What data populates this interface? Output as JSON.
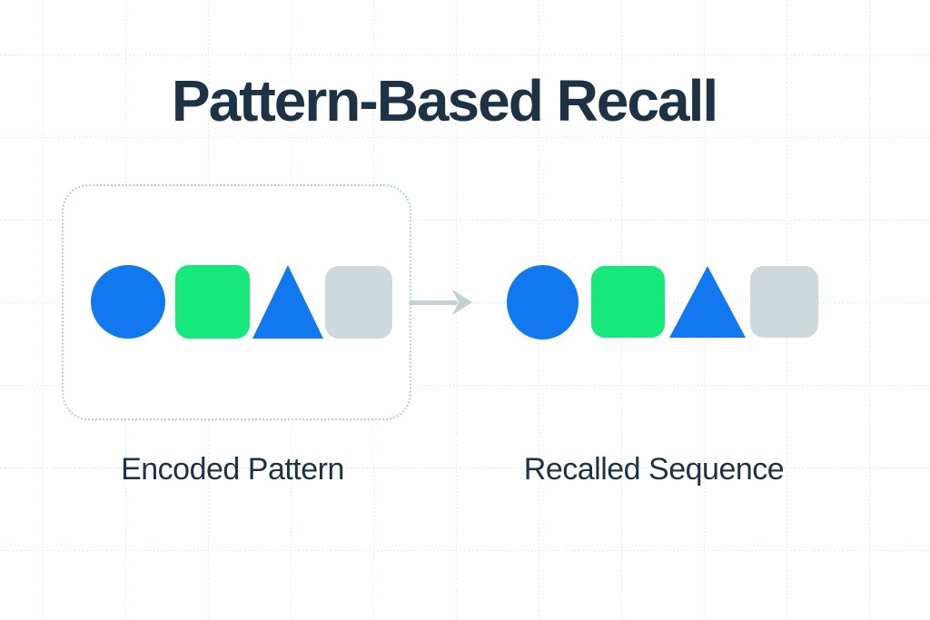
{
  "title": "Pattern-Based Recall",
  "labels": {
    "encoded": "Encoded Pattern",
    "recalled": "Recalled Sequence"
  },
  "diagram": {
    "encoded": {
      "shapes": [
        {
          "shape": "circle",
          "color": "blue"
        },
        {
          "shape": "square",
          "color": "green"
        },
        {
          "shape": "triangle",
          "color": "blue"
        },
        {
          "shape": "square",
          "color": "gray"
        }
      ]
    },
    "arrow_icon": "right-arrow",
    "recalled": {
      "shapes": [
        {
          "shape": "circle",
          "color": "blue",
          "shadow": "strong"
        },
        {
          "shape": "square",
          "color": "green",
          "shadow": "medium"
        },
        {
          "shape": "triangle",
          "color": "blue",
          "shadow": "strong"
        },
        {
          "shape": "square",
          "color": "gray",
          "shadow": "light"
        }
      ]
    }
  },
  "colors": {
    "blue": "#1278f0",
    "green": "#17e87c",
    "gray": "#cdd9da",
    "arrow": "#c3d0d4",
    "text": "#1d3345",
    "grid": "#cde1e3",
    "card_border": "#b3cfd4",
    "background": "#ffffff",
    "stipple": "#b2c6ce"
  }
}
